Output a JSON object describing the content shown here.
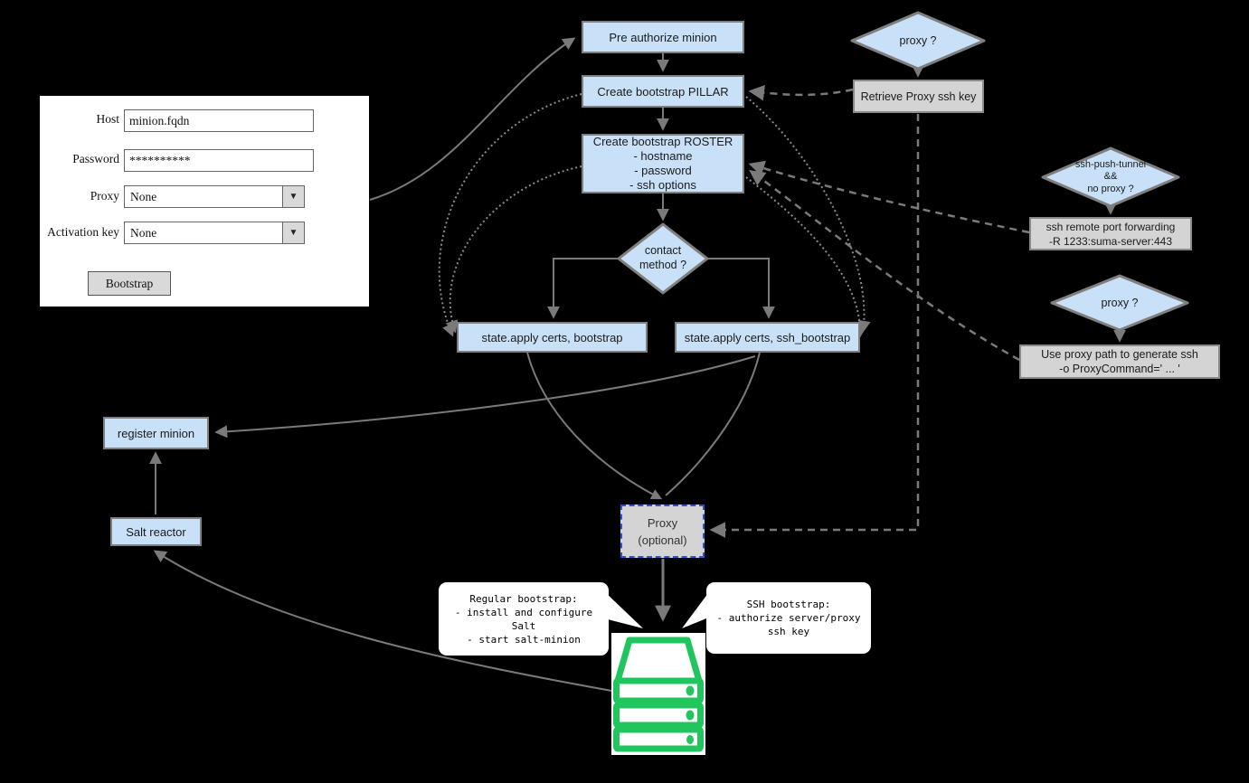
{
  "form": {
    "host_label": "Host",
    "host_value": "minion.fqdn",
    "password_label": "Password",
    "password_value": "**********",
    "proxy_label": "Proxy",
    "proxy_value": "None",
    "activation_label": "Activation key",
    "activation_value": "None",
    "bootstrap_button": "Bootstrap"
  },
  "icons": {
    "dropdown": "▼"
  },
  "nodes": {
    "pre_authorize": "Pre authorize minion",
    "create_pillar": "Create bootstrap PILLAR",
    "roster_title": "Create bootstrap ROSTER",
    "roster_item1": "- hostname",
    "roster_item2": "- password",
    "roster_item3": "- ssh options",
    "state_bootstrap": "state.apply certs, bootstrap",
    "state_ssh_bootstrap": "state.apply certs, ssh_bootstrap",
    "register_minion": "register minion",
    "salt_reactor": "Salt reactor",
    "retrieve_proxy_key": "Retrieve Proxy ssh key",
    "port_forwarding_line1": "ssh remote port forwarding",
    "port_forwarding_line2": "-R 1233:suma-server:443",
    "use_proxy_line1": "Use proxy path to generate ssh",
    "use_proxy_line2": "-o ProxyCommand=' ... '",
    "proxy_optional_line1": "Proxy",
    "proxy_optional_line2": "(optional)"
  },
  "decisions": {
    "proxy_top": "proxy ?",
    "ssh_push_line1": "ssh-push-tunnel",
    "ssh_push_line2": "&&",
    "ssh_push_line3": "no proxy ?",
    "contact_line1": "contact",
    "contact_line2": "method ?",
    "proxy_right": "proxy ?"
  },
  "bubbles": {
    "regular_line1": "Regular bootstrap:",
    "regular_line2": "- install and configure",
    "regular_line3": "Salt",
    "regular_line4": "- start salt-minion",
    "ssh_line1": "SSH bootstrap:",
    "ssh_line2": "- authorize server/proxy",
    "ssh_line3": "ssh key"
  },
  "colors": {
    "background": "#000000",
    "node_blue": "#c8e1f8",
    "box_gray": "#d4d4d4",
    "border_gray": "#7f7f7f",
    "line_gray": "#7a7a7a",
    "server_green": "#21c55d",
    "proxy_dashed_border": "#2f54c9"
  }
}
